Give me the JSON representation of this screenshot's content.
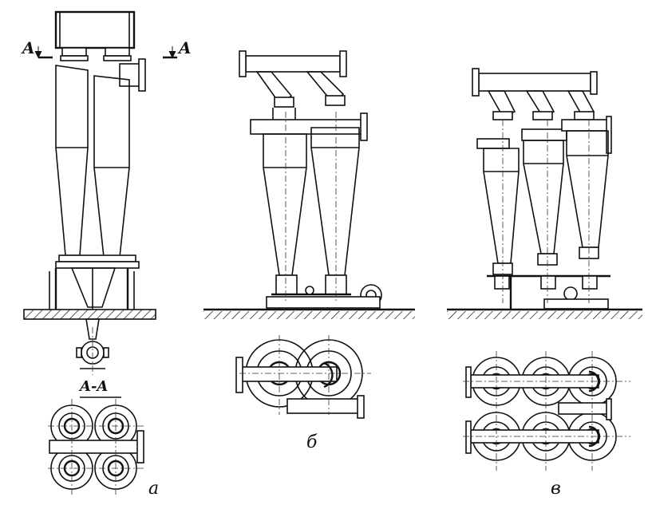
{
  "labels": {
    "section_left": "A",
    "section_right": "A",
    "section_title": "A-A",
    "variant_a": "a",
    "variant_b": "б",
    "variant_v": "в"
  },
  "colors": {
    "ink": "#111111",
    "background": "#ffffff"
  }
}
